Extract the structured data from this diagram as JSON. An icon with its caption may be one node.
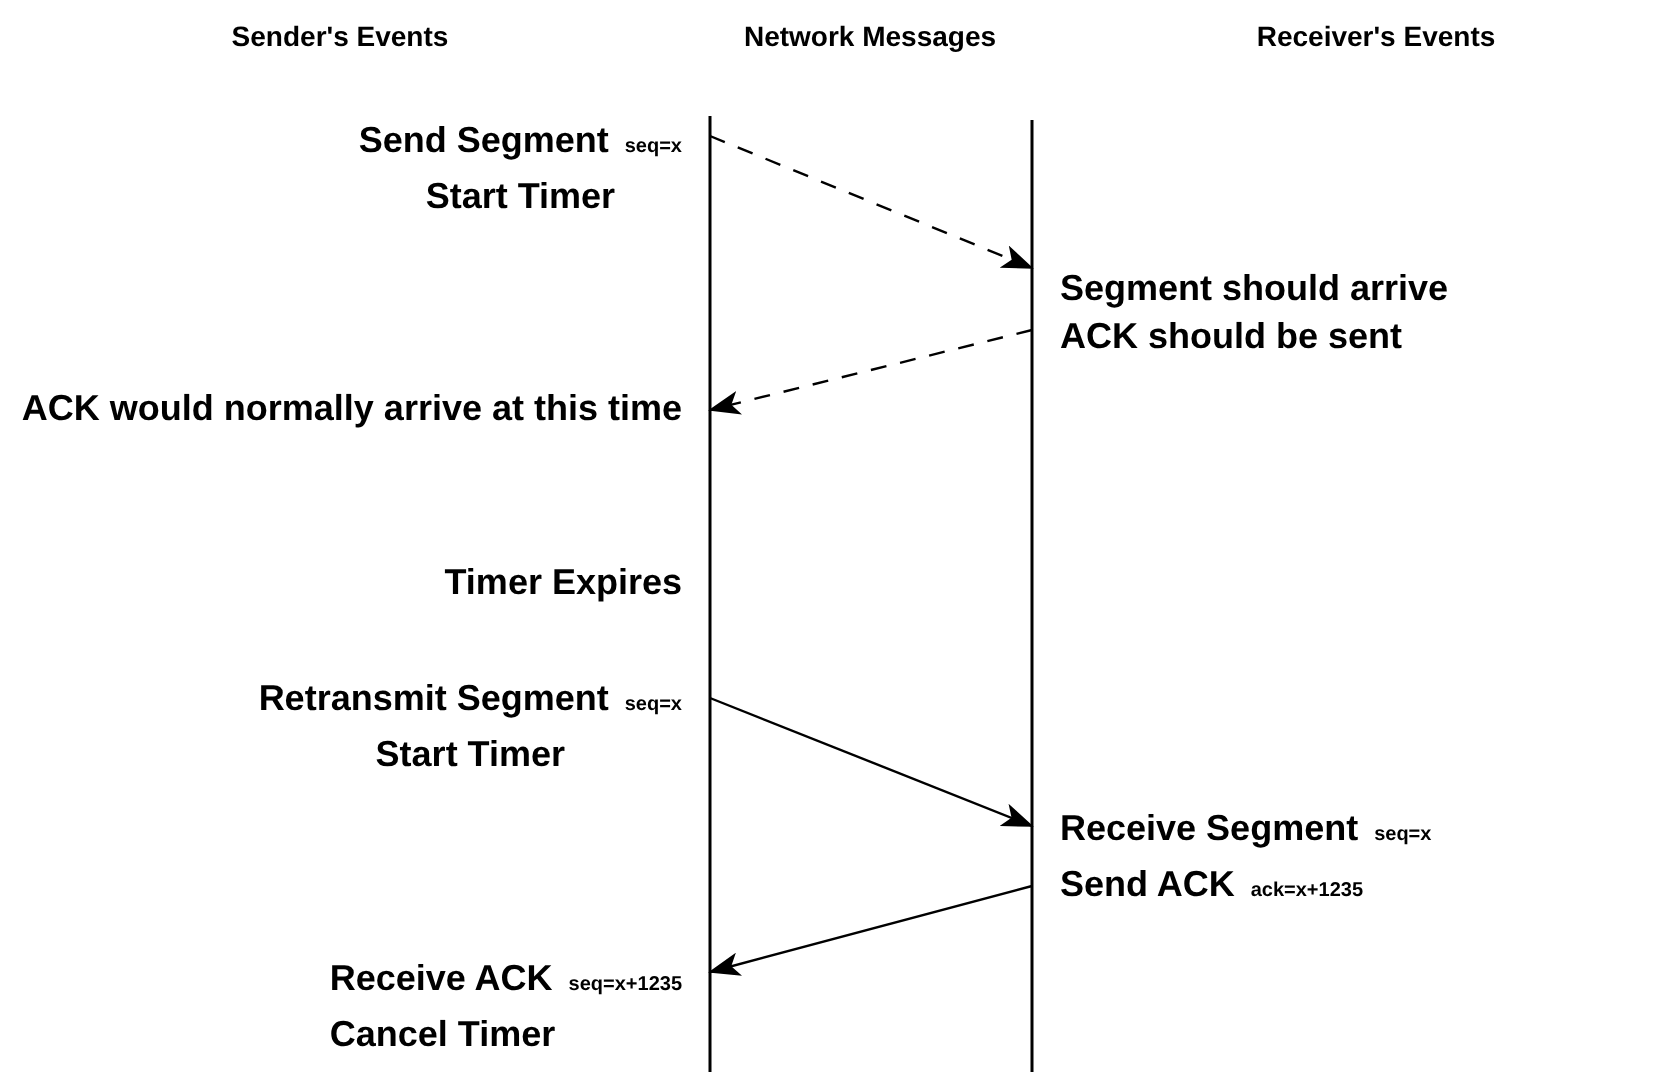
{
  "diagram": {
    "nodes": [
      {
        "text": [
          "Send Segment $_{seq=x}$",
          "Start Timer"
        ]
      },
      {
        "text": [
          "Segment should arrive",
          "ACK should be sent"
        ]
      },
      {
        "text": [
          "ACK would normally arrive at this time"
        ]
      },
      {
        "text": [
          "Retransmit Segment $_{seq=x}$",
          "Start Timer"
        ]
      },
      {
        "text": [
          "Receive Segment $_{seq=x}$",
          "Send ACK $_{ack=x+1235}$"
        ]
      },
      {
        "text": [
          "Receive ACK $_{seq=x+1235}$",
          "Cancel Timer"
        ]
      }
    ],
    "edges": [
      {
        "from": 0,
        "to": 1,
        "arrow": "to",
        "style": "dashed"
      },
      {
        "from": 1,
        "to": 2,
        "arrow": "to",
        "style": "dashed"
      },
      {
        "from": 3,
        "to": 4,
        "arrow": "to"
      },
      {
        "from": 4,
        "to": 5,
        "arrow": "to"
      }
    ],
    "labels": [
      "Sender's Events",
      "Network Messages",
      "Receiver's Events",
      "Timer Expires"
    ]
  }
}
